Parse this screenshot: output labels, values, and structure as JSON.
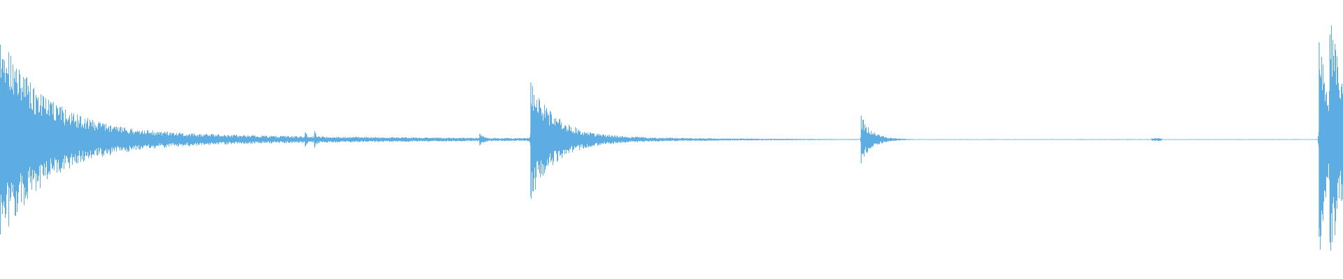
{
  "waveform": {
    "color": "#5dade2",
    "background": "#ffffff",
    "duration": 1.0,
    "amplitude_range": [
      -1,
      1
    ],
    "noise_floor": 0.003,
    "quiet_spans": [
      [
        0.04,
        0.12,
        0.006
      ],
      [
        0.12,
        0.225,
        0.004
      ],
      [
        0.23,
        0.35,
        0.005
      ],
      [
        0.44,
        0.47,
        0.004
      ],
      [
        0.6,
        0.64,
        0.004
      ],
      [
        0.8,
        0.86,
        0.0035
      ],
      [
        0.857,
        0.865,
        0.012
      ]
    ],
    "events": [
      {
        "t": 0.0,
        "peak": 0.8,
        "decay": 0.035,
        "sustain": 0.1
      },
      {
        "t": 0.119,
        "peak": 0.035,
        "decay": 0.003,
        "sustain": 0.01
      },
      {
        "t": 0.227,
        "peak": 0.06,
        "decay": 0.004,
        "sustain": 0.015
      },
      {
        "t": 0.234,
        "peak": 0.07,
        "decay": 0.004,
        "sustain": 0.015
      },
      {
        "t": 0.357,
        "peak": 0.05,
        "decay": 0.006,
        "sustain": 0.015
      },
      {
        "t": 0.395,
        "peak": 0.48,
        "decay": 0.018,
        "sustain": 0.075
      },
      {
        "t": 0.45,
        "peak": 0.02,
        "decay": 0.004,
        "sustain": 0.006
      },
      {
        "t": 0.641,
        "peak": 0.2,
        "decay": 0.008,
        "sustain": 0.025
      },
      {
        "t": 0.982,
        "peak": 0.82,
        "decay": 0.006,
        "sustain": 0.28
      },
      {
        "t": 0.99,
        "peak": 0.86,
        "decay": 0.008,
        "sustain": 0.35
      }
    ]
  }
}
